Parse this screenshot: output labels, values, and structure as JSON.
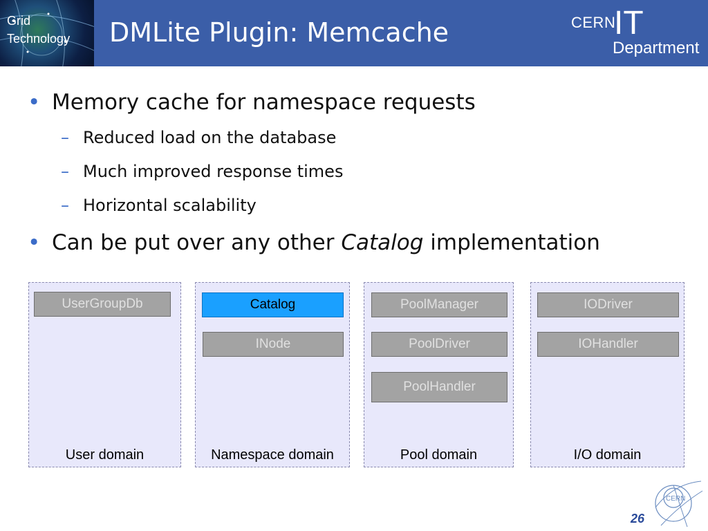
{
  "header": {
    "title": "DMLite Plugin: Memcache",
    "logo_line1": "Grid",
    "logo_line2": "Technology",
    "cern": "CERN",
    "it": "IT",
    "department": "Department"
  },
  "bullets": [
    {
      "level": 1,
      "text": "Memory cache for namespace requests"
    },
    {
      "level": 2,
      "text": "Reduced load on the database"
    },
    {
      "level": 2,
      "text": "Much improved response times"
    },
    {
      "level": 2,
      "text": "Horizontal scalability"
    },
    {
      "level": 1,
      "text_before": "Can be put over any other ",
      "text_italic": "Catalog",
      "text_after": " implementation"
    }
  ],
  "symbols": {
    "bullet": "•",
    "dash": "–"
  },
  "domains": [
    {
      "label": "User domain",
      "components": [
        "UserGroupDb"
      ]
    },
    {
      "label": "Namespace domain",
      "components": [
        "Catalog",
        "INode"
      ],
      "highlighted": "Catalog"
    },
    {
      "label": "Pool domain",
      "components": [
        "PoolManager",
        "PoolDriver",
        "PoolHandler"
      ]
    },
    {
      "label": "I/O domain",
      "components": [
        "IODriver",
        "IOHandler"
      ]
    }
  ],
  "colors": {
    "header": "#3b5ea8",
    "highlight": "#1aa0ff",
    "component": "#a3a3a3",
    "domain_bg": "#e8e8fb"
  },
  "footer": {
    "page_number": "26",
    "logo": "cern-logo"
  }
}
